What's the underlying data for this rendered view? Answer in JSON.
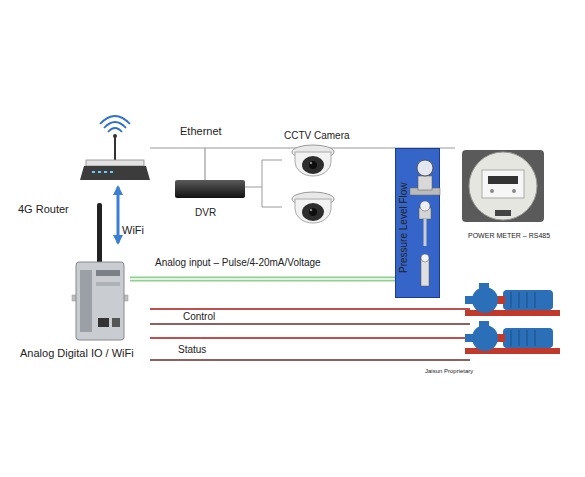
{
  "diagram": {
    "nodes": [
      {
        "text": [
          "4G Router"
        ]
      },
      {
        "text": [
          "DVR"
        ]
      },
      {
        "text": [
          "CCTV Camera"
        ]
      },
      {
        "text": [
          "Pressure Level Flow"
        ]
      },
      {
        "text": [
          "POWER METER – RS485"
        ]
      },
      {
        "text": [
          "Analog Digital IO / WiFi"
        ]
      }
    ],
    "edges": [
      {
        "from": 0,
        "to": 1,
        "arrow": "none",
        "label": "Ethernet"
      },
      {
        "from": 1,
        "to": 2,
        "arrow": "none"
      },
      {
        "from": 5,
        "to": 0,
        "arrow": "both",
        "label": "WiFi"
      },
      {
        "from": 5,
        "to": 3,
        "arrow": "none",
        "label": "Analog input – Pulse/4-20mA/Voltage"
      }
    ],
    "labels": [
      "Control",
      "Status",
      "Jaisun Proprietary"
    ]
  }
}
